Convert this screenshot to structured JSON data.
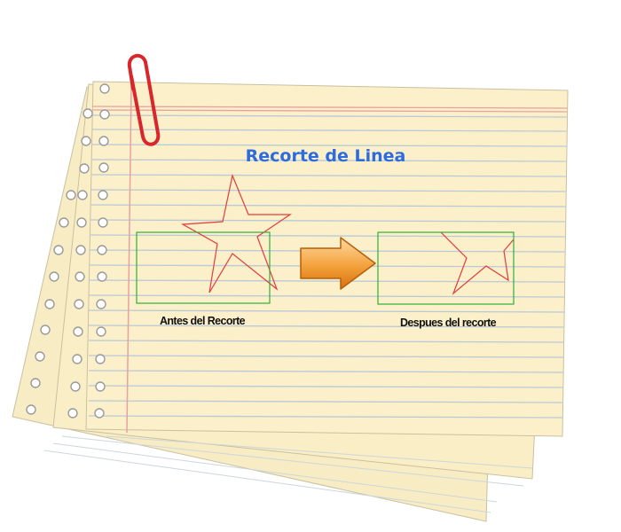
{
  "title": "Recorte de Linea",
  "before_label": "Antes del Recorte",
  "after_label": "Despues del recorte",
  "icons": {
    "paperclip": "paperclip-icon",
    "arrow": "right-arrow-icon"
  },
  "colors": {
    "title": "#2d6be0",
    "paper": "#fbf0c9",
    "rule_line": "#b9c9d7",
    "margin_line": "#e7a1a1",
    "star": "#e23c3c",
    "clip_window": "#2fae3a",
    "arrow_fill": "#f19a1f",
    "paperclip": "#d8262b"
  }
}
